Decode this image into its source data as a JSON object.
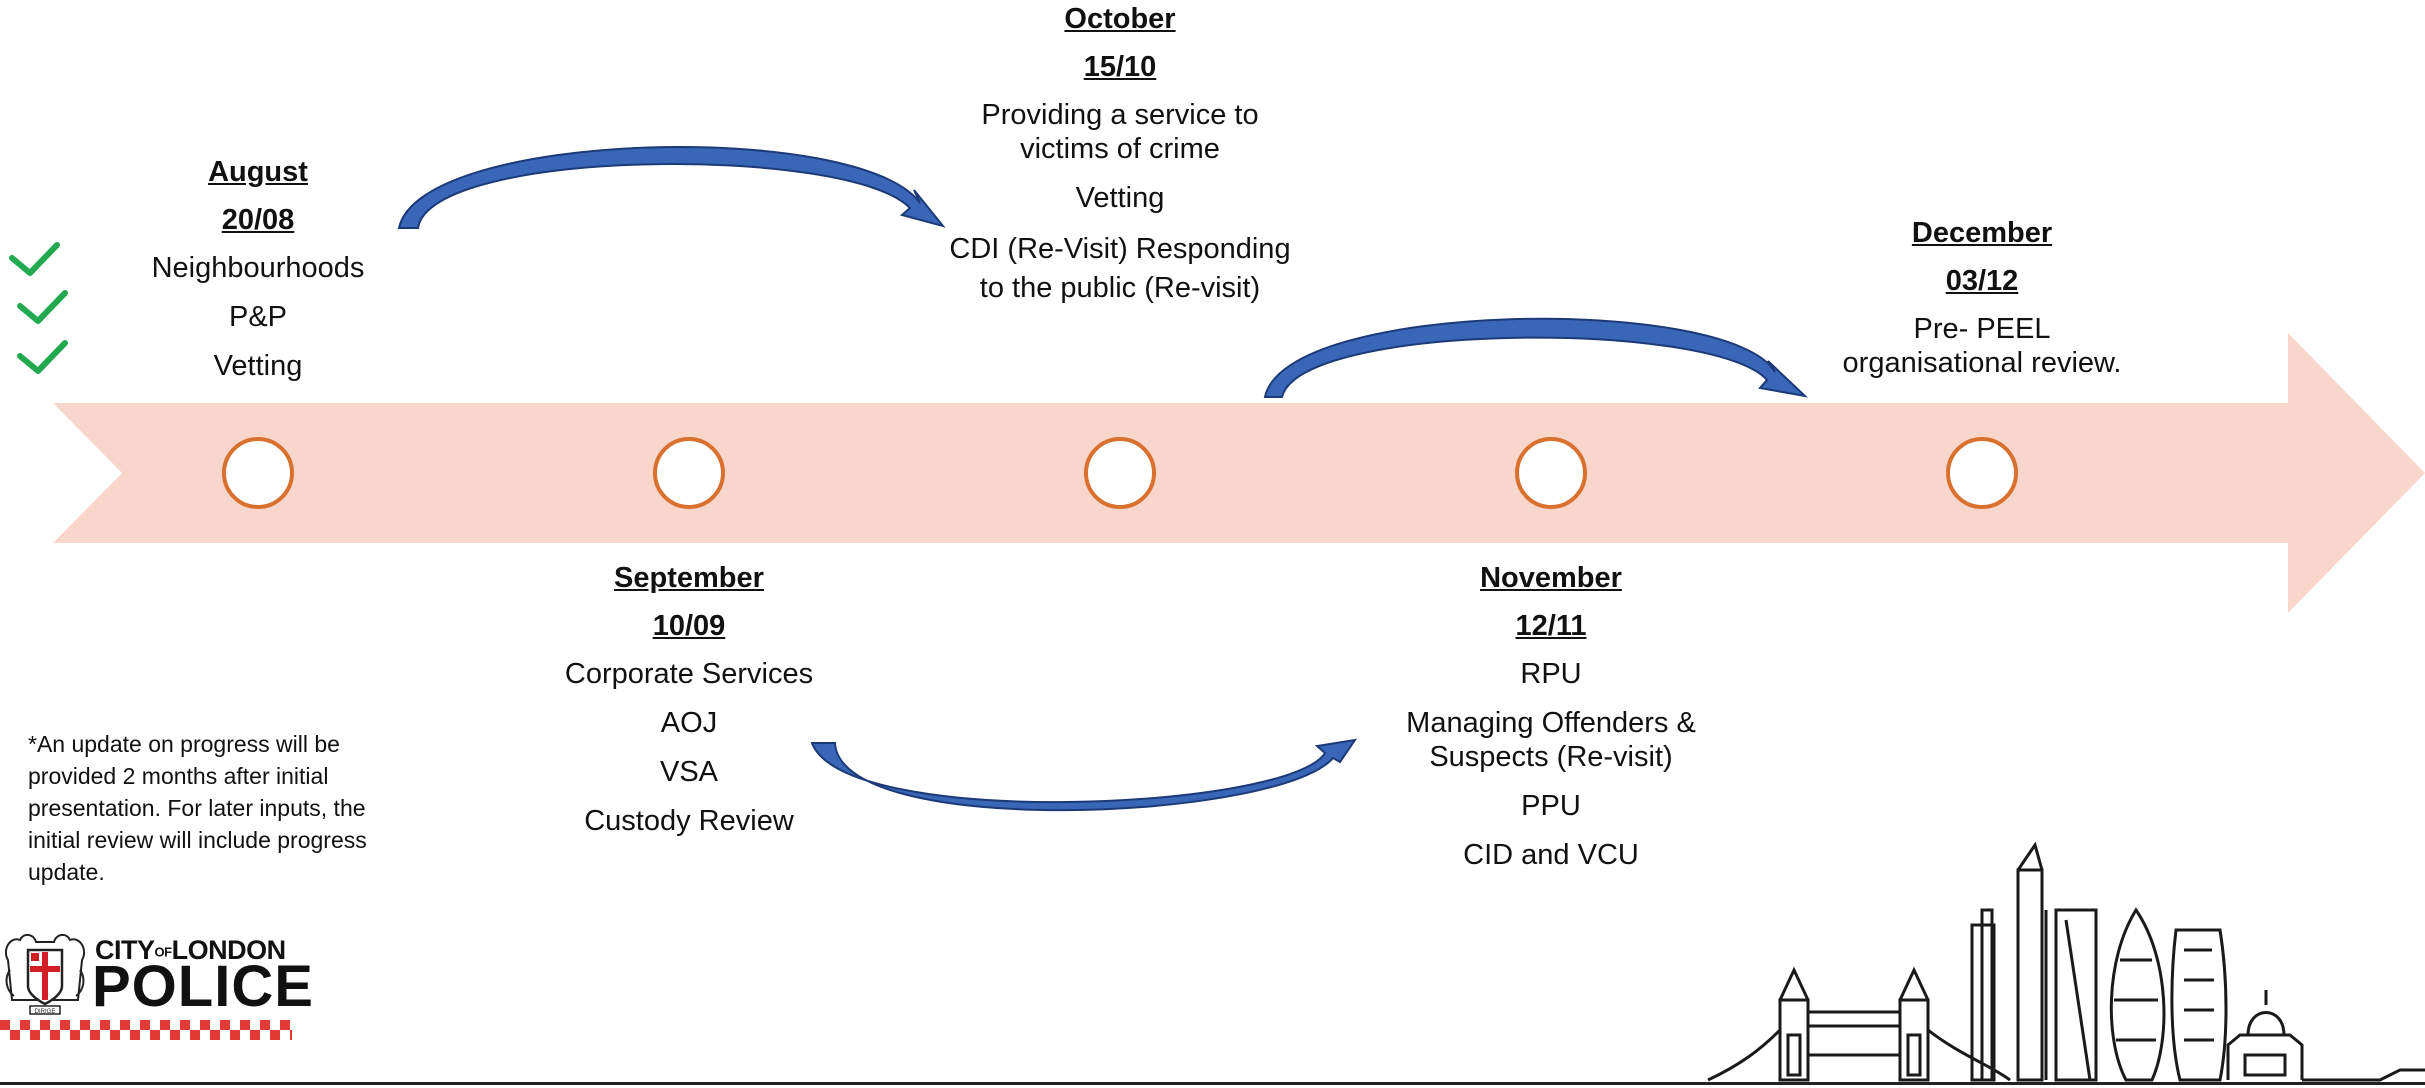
{
  "colors": {
    "band": "#f8d6cc",
    "marker_stroke": "#d9702e",
    "arrow_fill": "#3a66b8",
    "arrow_stroke": "#1c3a78",
    "check": "#22a84f"
  },
  "milestones": [
    {
      "month": "August",
      "date": "20/08",
      "items": [
        "Neighbourhoods",
        "P&P",
        "Vetting"
      ],
      "completed": [
        true,
        true,
        true
      ]
    },
    {
      "month": "September",
      "date": "10/09",
      "items": [
        "Corporate Services",
        "AOJ",
        "VSA",
        "Custody Review"
      ]
    },
    {
      "month": "October",
      "date": "15/10",
      "items": [
        "Providing a service to victims of crime",
        "Vetting",
        "CDI (Re-Visit) Responding to the public (Re-visit)"
      ]
    },
    {
      "month": "November",
      "date": "12/11",
      "items": [
        "RPU",
        "Managing Offenders & Suspects (Re-visit)",
        "PPU",
        "CID and VCU"
      ]
    },
    {
      "month": "December",
      "date": "03/12",
      "items": [
        "Pre- PEEL organisational review."
      ]
    }
  ],
  "footnote": "*An update on progress will be provided 2 months after initial presentation. For later inputs, the initial review will include progress update.",
  "logo": {
    "line1_city": "CITY",
    "line1_of": "OF",
    "line1_london": "LONDON",
    "line2": "POLICE",
    "crest_motto": "DIRIGE"
  },
  "icons": {
    "check": "check-icon",
    "marker": "circle-marker-icon",
    "curved_arrow": "curved-arrow-icon",
    "skyline": "city-skyline-illustration",
    "crest": "crest-icon"
  }
}
